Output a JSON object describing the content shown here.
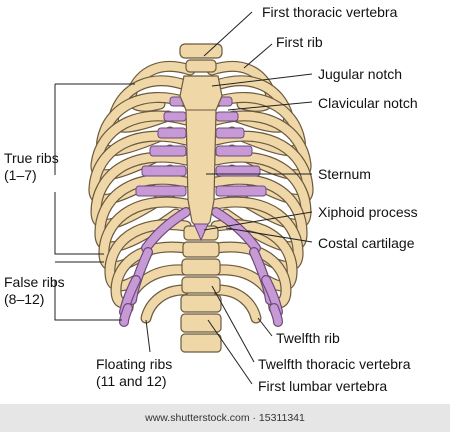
{
  "labels": {
    "first_thoracic_vertebra": "First thoracic vertebra",
    "first_rib": "First rib",
    "jugular_notch": "Jugular notch",
    "clavicular_notch": "Clavicular notch",
    "sternum": "Sternum",
    "xiphoid_process": "Xiphoid process",
    "costal_cartilage": "Costal cartilage",
    "twelfth_rib": "Twelfth rib",
    "twelfth_thoracic_vertebra": "Twelfth thoracic vertebra",
    "first_lumbar_vertebra": "First lumbar vertebra",
    "true_ribs_line1": "True ribs",
    "true_ribs_line2": "(1–7)",
    "false_ribs_line1": "False ribs",
    "false_ribs_line2": "(8–12)",
    "floating_ribs_line1": "Floating ribs",
    "floating_ribs_line2": "(11 and 12)"
  },
  "watermark": {
    "text": "www.shutterstock.com · 15311341"
  },
  "colors": {
    "bone": "#f0d7a8",
    "bone_outline": "#6b5a3e",
    "cartilage": "#c79ad6",
    "cartilage_outline": "#6a4a7a",
    "leader": "#222222"
  }
}
